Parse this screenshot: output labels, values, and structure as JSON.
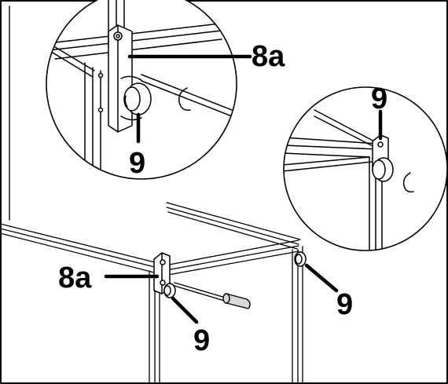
{
  "callouts": {
    "top_left_8a": "8a",
    "top_left_9": "9",
    "right_9": "9",
    "bottom_8a": "8a",
    "bottom_9_left": "9",
    "bottom_9_right": "9"
  },
  "colors": {
    "ink": "#000000",
    "background": "#ffffff",
    "part_gray": "#d9d9d9"
  }
}
